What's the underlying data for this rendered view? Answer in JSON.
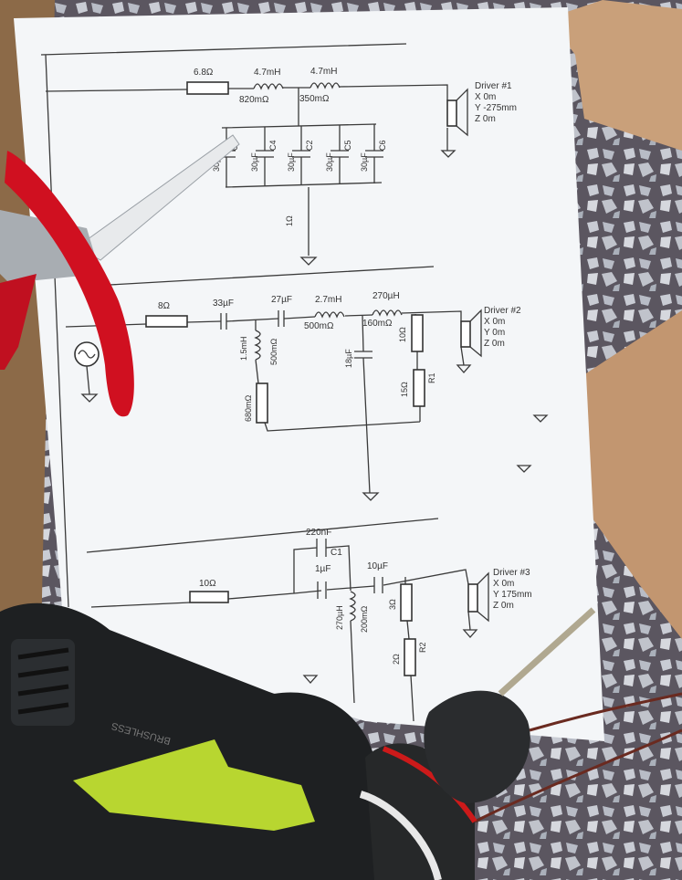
{
  "section1": {
    "r1": "6.8Ω",
    "l1": "4.7mH",
    "l1_r": "820mΩ",
    "l2": "4.7mH",
    "l2_r": "350mΩ",
    "caps": [
      {
        "value": "30µF",
        "name": "C3"
      },
      {
        "value": "30µF",
        "name": "C4"
      },
      {
        "value": "30µF",
        "name": "C2"
      },
      {
        "value": "30µF",
        "name": "C5"
      },
      {
        "value": "30µF",
        "name": "C6"
      }
    ],
    "gnd_r": "1Ω",
    "driver": {
      "title": "Driver #1",
      "x": "X 0m",
      "y": "Y -275mm",
      "z": "Z 0m"
    }
  },
  "section2": {
    "r1": "8Ω",
    "c1": "33µF",
    "c2": "27µF",
    "l1": "2.7mH",
    "l1_r": "500mΩ",
    "l2": "270µH",
    "l2_r": "160mΩ",
    "shunt_l": "1.5mH",
    "shunt_l_r": "500mΩ",
    "shunt_r": "680mΩ",
    "shunt_c": "18µF",
    "r_top": "10Ω",
    "r_bottom": "15Ω",
    "r_bottom_name": "R1",
    "driver": {
      "title": "Driver #2",
      "x": "X 0m",
      "y": "Y 0m",
      "z": "Z 0m"
    }
  },
  "section3": {
    "r1": "10Ω",
    "c_top": "220nF",
    "c_top_name": "C1",
    "c_mid": "1µF",
    "c_out": "10µF",
    "shunt_l": "270µH",
    "shunt_l_r": "200mΩ",
    "r_top": "3Ω",
    "r_bottom": "2Ω",
    "r_bottom_name": "R2",
    "driver": {
      "title": "Driver #3",
      "x": "X 0m",
      "y": "Y 175mm",
      "z": "Z 0m"
    }
  },
  "drill": {
    "brand_text": "BRUSHLESS"
  },
  "colors": {
    "paper": "#f4f6f8",
    "plier_red": "#d01020",
    "drill_lime": "#b8d630",
    "drill_black": "#1e2022",
    "cardboard": "#c9a07a"
  }
}
